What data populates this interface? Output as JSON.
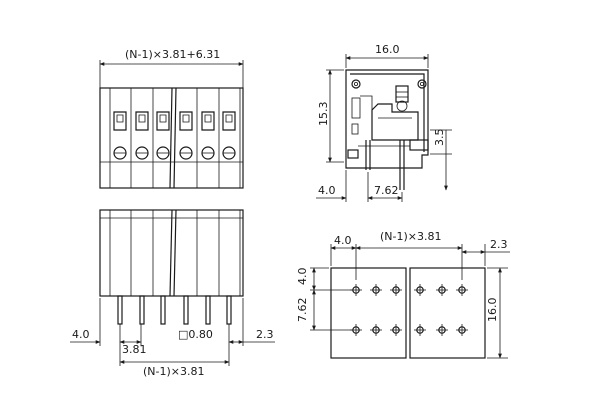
{
  "dimensions": {
    "top_left_width": "(N-1)×3.81+6.31",
    "top_right_width": "16.0",
    "top_right_height": "15.3",
    "top_right_pin_height": "3.5",
    "top_right_offset": "4.0",
    "top_right_pitch": "7.62",
    "bottom_left_offset": "4.0",
    "bottom_left_pitch": "3.81",
    "bottom_left_pin": "□0.80",
    "bottom_left_end": "2.3",
    "bottom_left_total": "(N-1)×3.81",
    "bottom_right_offset": "4.0",
    "bottom_right_pitch_total": "(N-1)×3.81",
    "bottom_right_end": "2.3",
    "bottom_right_row_gap": "4.0",
    "bottom_right_row_pitch": "7.62",
    "bottom_right_height": "16.0"
  },
  "colors": {
    "line": "#1a1a1a",
    "background": "#ffffff"
  }
}
